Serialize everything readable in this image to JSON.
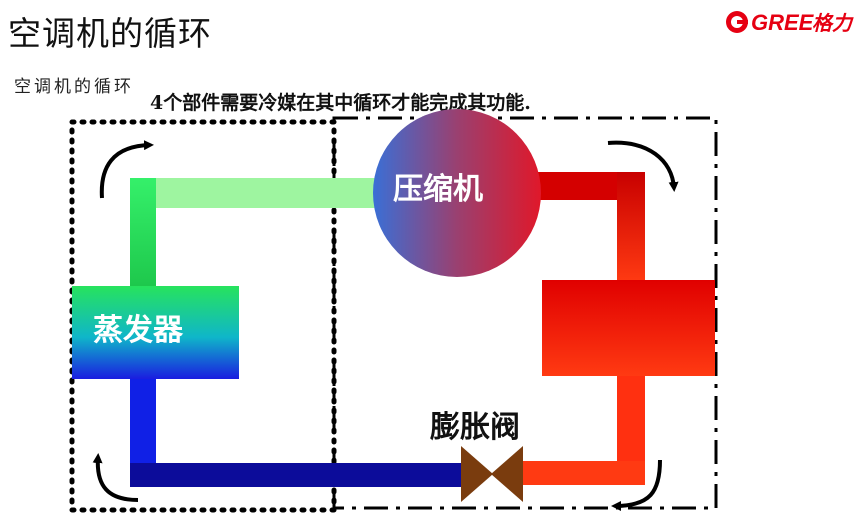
{
  "slide": {
    "title": "空调机的循环",
    "subtitle": "空调机的循环",
    "caption": "4个部件需要冷媒在其中循环才能完成其功能."
  },
  "brand": {
    "text": "GREE格力",
    "color": "#e60012"
  },
  "components": {
    "compressor": "压缩机",
    "evaporator": "蒸发器",
    "expansion_valve": "膨胀阀"
  },
  "colors": {
    "low_pressure_gas": "#9ef5a0",
    "evaporator_top": "#27e35d",
    "evaporator_bottom": "#1a1de0",
    "liquid_line": "#0c0c9a",
    "hot_gas": "#d40000",
    "condenser": "#ff2a00",
    "valve": "#7a3c0e"
  }
}
